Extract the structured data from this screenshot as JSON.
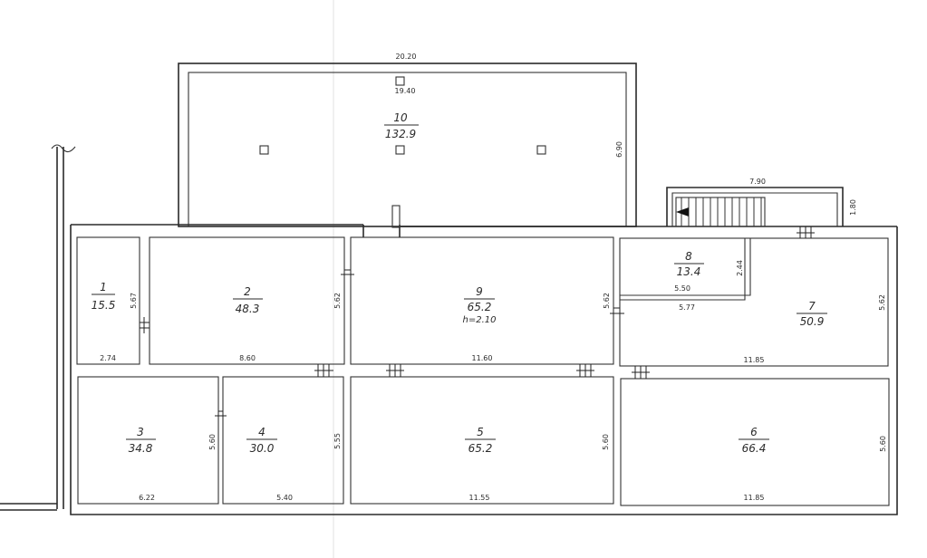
{
  "rooms": [
    {
      "id": "1",
      "area": "15.5"
    },
    {
      "id": "2",
      "area": "48.3"
    },
    {
      "id": "3",
      "area": "34.8"
    },
    {
      "id": "4",
      "area": "30.0"
    },
    {
      "id": "5",
      "area": "65.2"
    },
    {
      "id": "6",
      "area": "66.4"
    },
    {
      "id": "7",
      "area": "50.9"
    },
    {
      "id": "8",
      "area": "13.4"
    },
    {
      "id": "9",
      "area": "65.2",
      "note": "h=2.10"
    },
    {
      "id": "10",
      "area": "132.9"
    }
  ],
  "dimensions": {
    "hall_outer_width": "20.20",
    "hall_inner_width": "19.40",
    "hall_height": "6.90",
    "stair_width": "7.90",
    "stair_height": "1.80",
    "r1_height": "5.67",
    "r1_width": "2.74",
    "r2_height": "5.62",
    "r2_width": "8.60",
    "r9_height": "5.62",
    "r9_width": "11.60",
    "r8_height": "2.44",
    "r8_width": "5.50",
    "r7_width_top": "5.77",
    "r7_height": "5.62",
    "r7_width": "11.85",
    "r3_height": "5.60",
    "r3_width": "6.22",
    "r4_height": "5.55",
    "r4_width": "5.40",
    "r5_height": "5.60",
    "r5_width": "11.55",
    "r6_height": "5.60",
    "r6_width": "11.85"
  }
}
